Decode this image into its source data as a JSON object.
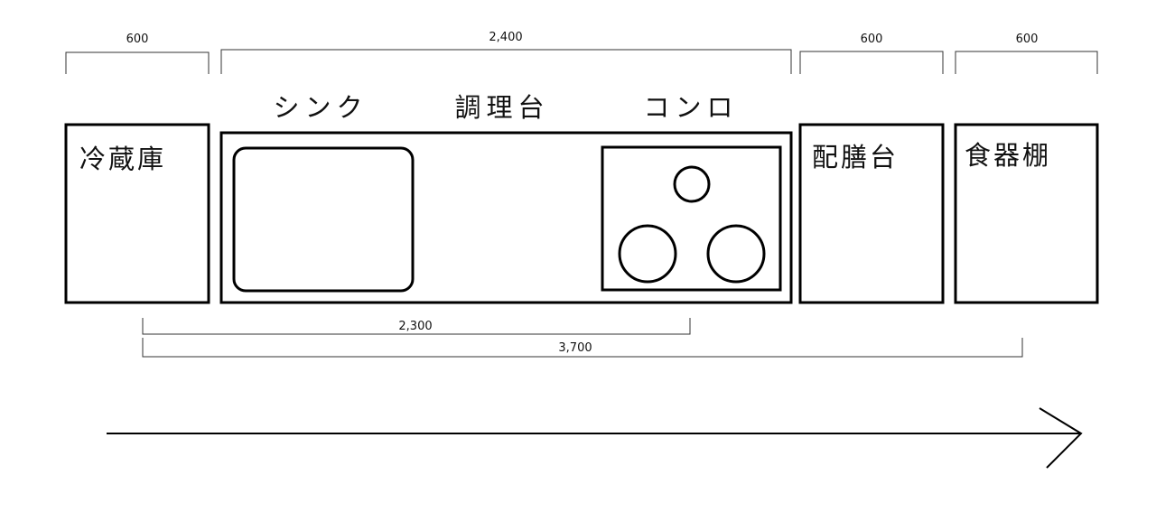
{
  "dimensions": {
    "fridge_width": "600",
    "counter_width": "2,400",
    "serving_width": "600",
    "cabinet_width": "600",
    "span_sink_to_stove": "2,300",
    "span_fridge_to_cabinet": "3,700"
  },
  "labels": {
    "sink": "シンク",
    "prep_counter": "調理台",
    "stove": "コンロ",
    "fridge": "冷蔵庫",
    "serving_table": "配膳台",
    "dish_cabinet": "食器棚"
  },
  "colors": {
    "line": "#000000",
    "background": "#ffffff"
  },
  "icons": {
    "flow_arrow": "arrow-right-icon"
  }
}
